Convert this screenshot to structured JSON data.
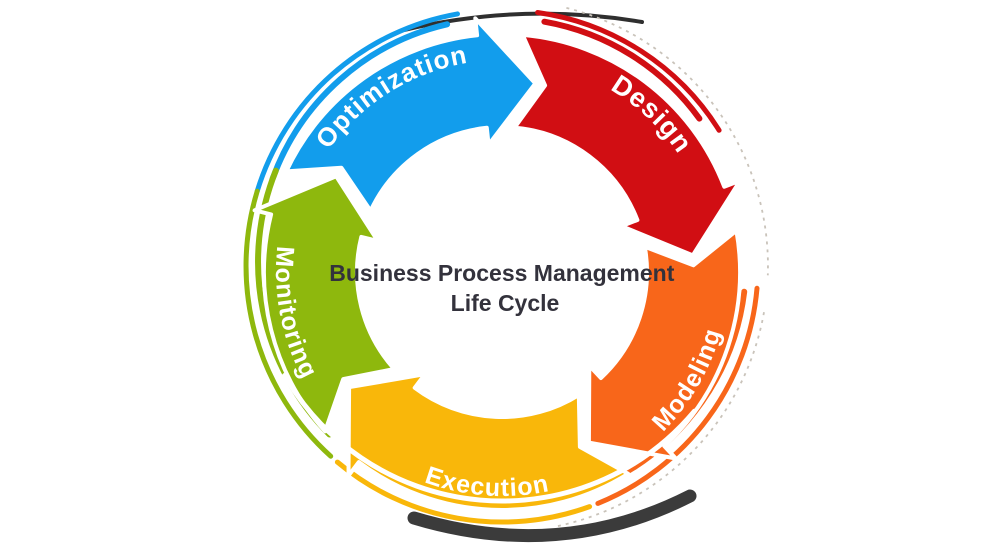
{
  "title": {
    "line1": "Business Process Management",
    "line2": "Life Cycle"
  },
  "diagram": {
    "type": "cycle",
    "direction": "clockwise",
    "steps": [
      {
        "id": "optimization",
        "label": "Optimization",
        "color": "#129DEC"
      },
      {
        "id": "design",
        "label": "Design",
        "color": "#D10E13"
      },
      {
        "id": "modeling",
        "label": "Modeling",
        "color": "#F8661A"
      },
      {
        "id": "execution",
        "label": "Execution",
        "color": "#F9B70A"
      },
      {
        "id": "monitoring",
        "label": "Monitoring",
        "color": "#8EB80D"
      }
    ],
    "accents": {
      "shadow_dark_bottom": "#3B3B3B",
      "shadow_dark_top": "#2F2F2F",
      "dotted_gray": "#C9C3BA",
      "segment_outline": "#FFFFFF",
      "label_text": "#FFFFFF",
      "center_text": "#33323C",
      "background": "#FFFFFF"
    }
  }
}
